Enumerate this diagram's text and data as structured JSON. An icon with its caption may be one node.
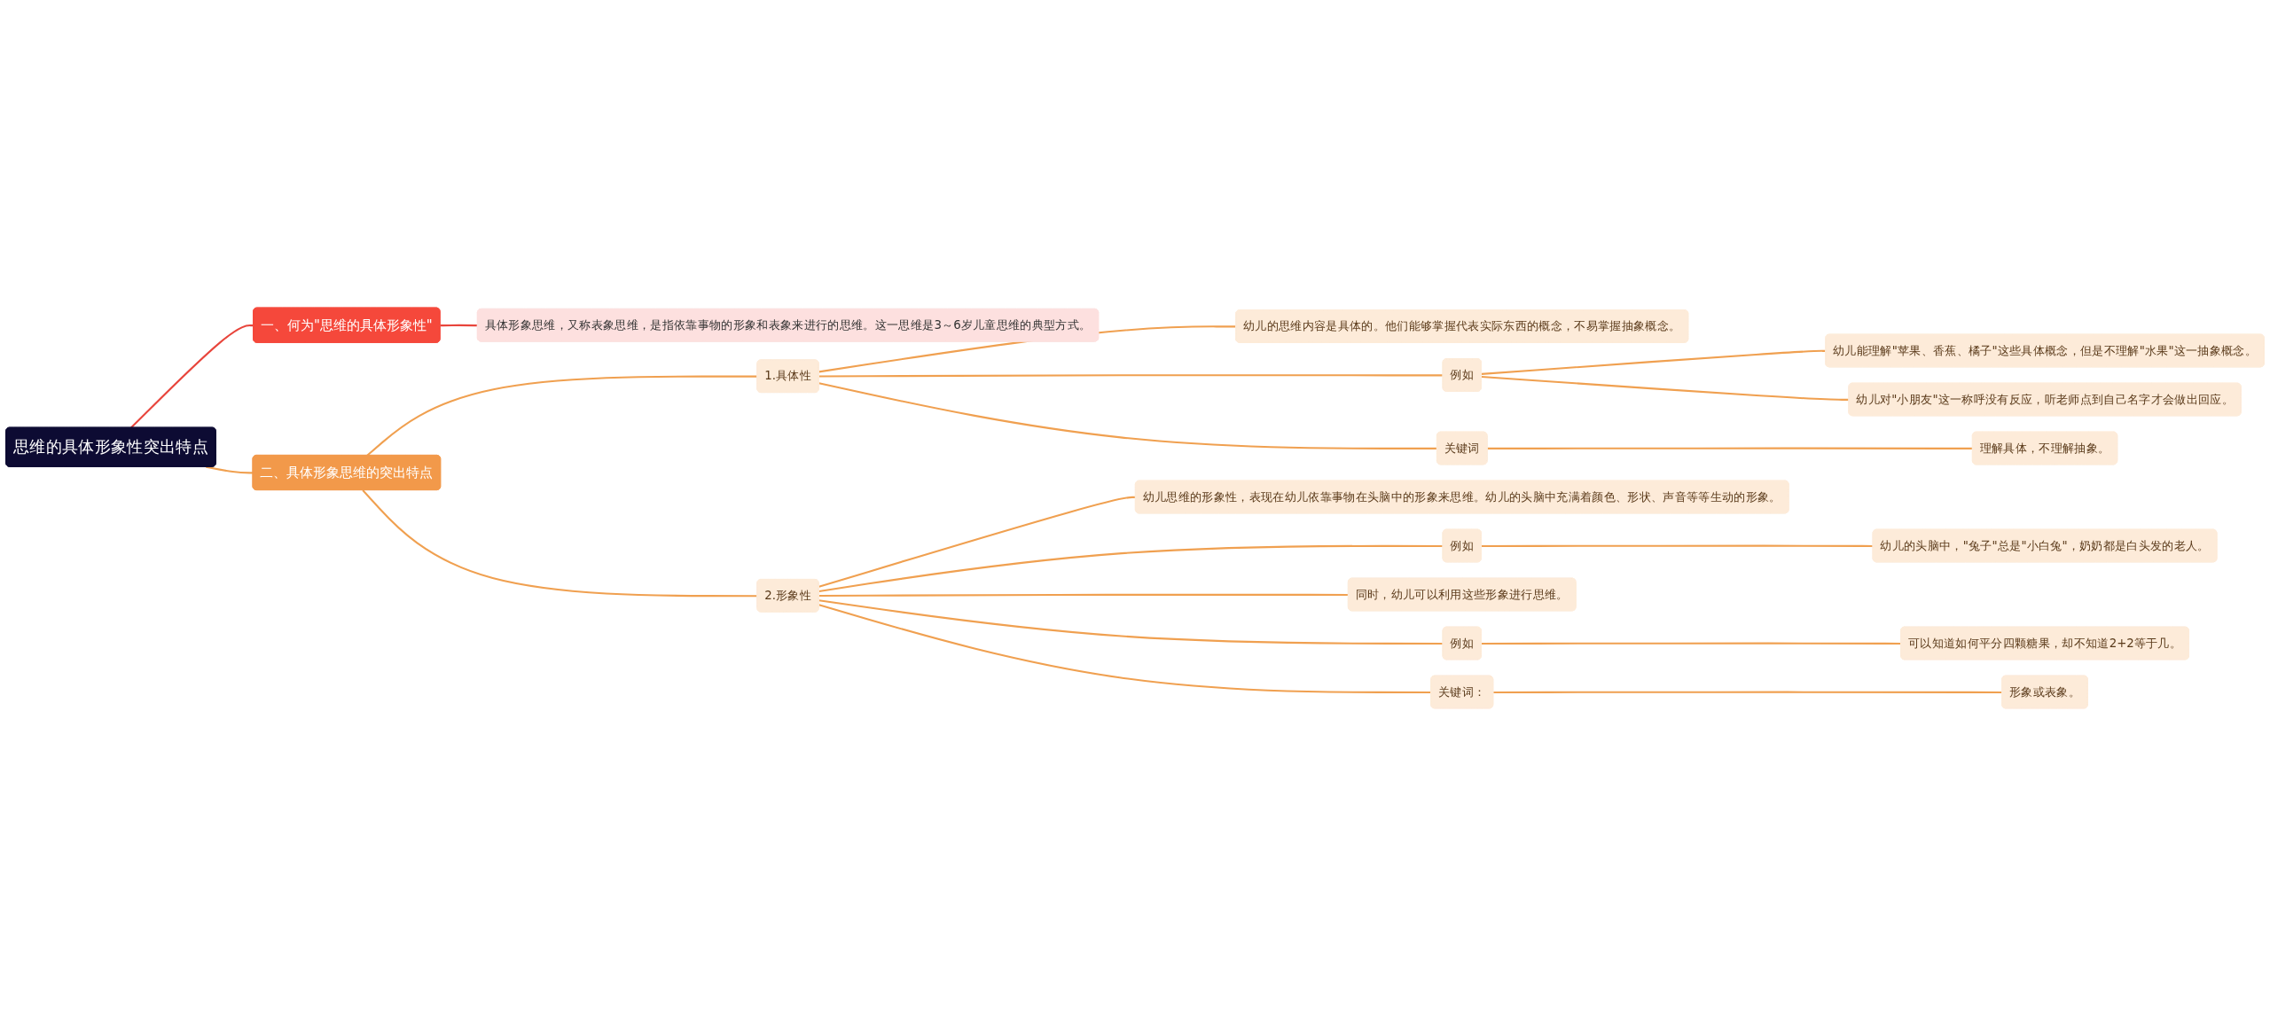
{
  "diagram": {
    "nodes": [
      {
        "text": [
          "思维的具体形象性突出特点"
        ]
      },
      {
        "text": [
          "一、何为\"思维的具体形象性\""
        ]
      },
      {
        "text": [
          "具体形象思维，又称表象思维，是指依靠事物的形象和表象来进行的思维。这一思维是3～6岁儿童思维的典型方式。"
        ]
      },
      {
        "text": [
          "二、具体形象思维的突出特点"
        ]
      },
      {
        "text": [
          "1.具体性"
        ]
      },
      {
        "text": [
          "幼儿的思维内容是具体的。他们能够掌握代表实际东西的概念，不易掌握抽象概念。"
        ]
      },
      {
        "text": [
          "例如"
        ]
      },
      {
        "text": [
          "幼儿能理解\"苹果、香蕉、橘子\"这些具体概念，但是不理解\"水果\"这一抽象概念。"
        ]
      },
      {
        "text": [
          "幼儿对\"小朋友\"这一称呼没有反应，听老师点到自己名字才会做出回应。"
        ]
      },
      {
        "text": [
          "关键词"
        ]
      },
      {
        "text": [
          "理解具体，不理解抽象。"
        ]
      },
      {
        "text": [
          "2.形象性"
        ]
      },
      {
        "text": [
          "幼儿思维的形象性，表现在幼儿依靠事物在头脑中的形象来思维。幼儿的头脑中充满着颜色、形状、声音等等生动的形象。"
        ]
      },
      {
        "text": [
          "例如"
        ]
      },
      {
        "text": [
          "幼儿的头脑中，\"兔子\"总是\"小白兔\"，奶奶都是白头发的老人。"
        ]
      },
      {
        "text": [
          "同时，幼儿可以利用这些形象进行思维。"
        ]
      },
      {
        "text": [
          "例如"
        ]
      },
      {
        "text": [
          "可以知道如何平分四颗糖果，却不知道2+2等于几。"
        ]
      },
      {
        "text": [
          "关键词："
        ]
      },
      {
        "text": [
          "形象或表象。"
        ]
      }
    ],
    "edges": [
      {
        "from": 0,
        "to": 1,
        "arrow": "none",
        "color": "#e8453c"
      },
      {
        "from": 1,
        "to": 2,
        "arrow": "none",
        "color": "#e8453c"
      },
      {
        "from": 0,
        "to": 3,
        "arrow": "none"
      },
      {
        "from": 3,
        "to": 4,
        "arrow": "none"
      },
      {
        "from": 4,
        "to": 5,
        "arrow": "none"
      },
      {
        "from": 4,
        "to": 6,
        "arrow": "none"
      },
      {
        "from": 6,
        "to": 7,
        "arrow": "none"
      },
      {
        "from": 6,
        "to": 8,
        "arrow": "none"
      },
      {
        "from": 4,
        "to": 9,
        "arrow": "none"
      },
      {
        "from": 9,
        "to": 10,
        "arrow": "none"
      },
      {
        "from": 3,
        "to": 11,
        "arrow": "none"
      },
      {
        "from": 11,
        "to": 12,
        "arrow": "none"
      },
      {
        "from": 11,
        "to": 13,
        "arrow": "none"
      },
      {
        "from": 13,
        "to": 14,
        "arrow": "none"
      },
      {
        "from": 11,
        "to": 15,
        "arrow": "none"
      },
      {
        "from": 11,
        "to": 16,
        "arrow": "none"
      },
      {
        "from": 16,
        "to": 17,
        "arrow": "none"
      },
      {
        "from": 11,
        "to": 18,
        "arrow": "none"
      },
      {
        "from": 18,
        "to": 19,
        "arrow": "none"
      }
    ]
  }
}
